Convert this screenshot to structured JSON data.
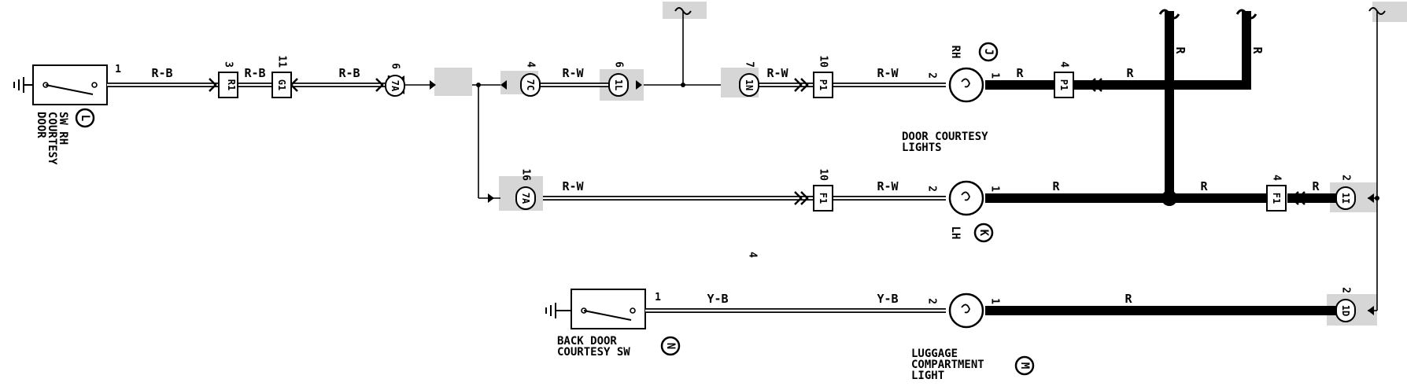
{
  "switches": {
    "door_courtesy_rh": {
      "lines": [
        "DOOR",
        "COURTESY",
        "SW RH"
      ],
      "badge": "L",
      "pin": "1"
    },
    "back_door": {
      "lines": [
        "BACK DOOR",
        "COURTESY SW"
      ],
      "badge": "N",
      "pin": "1"
    }
  },
  "connectors": {
    "r1": {
      "pin": "3",
      "id": "R1"
    },
    "g1": {
      "pin": "11",
      "id": "G1"
    },
    "a7_top": {
      "pin": "6",
      "id": "7A"
    },
    "c7": {
      "pin": "4",
      "id": "7C"
    },
    "l1": {
      "pin": "6",
      "id": "1L"
    },
    "n1": {
      "pin": "7",
      "id": "1N"
    },
    "p1_left": {
      "pin": "10",
      "id": "P1"
    },
    "p1_right": {
      "pin": "4",
      "id": "P1"
    },
    "a7_bottom": {
      "pin": "16",
      "id": "7A"
    },
    "f1_left": {
      "pin": "10",
      "id": "F1"
    },
    "f1_right": {
      "pin": "4",
      "id": "F1"
    },
    "i1": {
      "pin": "2",
      "id": "1I"
    },
    "d1": {
      "pin": "2",
      "id": "1D"
    }
  },
  "lights": {
    "rh": {
      "side": "RH",
      "badge": "J",
      "pin_left": "2",
      "pin_right": "1"
    },
    "lh": {
      "side": "LH",
      "badge": "K",
      "pin_left": "2",
      "pin_right": "1"
    },
    "luggage": {
      "badge": "M",
      "pin_left": "2",
      "pin_right": "1"
    }
  },
  "labels": {
    "door_courtesy_lights": [
      "DOOR COURTESY",
      "LIGHTS"
    ],
    "luggage_light": [
      "LUGGAGE",
      "COMPARTMENT",
      "LIGHT"
    ],
    "stray": "4"
  },
  "wire_colors": {
    "rb1": "R-B",
    "rb2": "R-B",
    "rb3": "R-B",
    "rw1": "R-W",
    "rw2": "R-W",
    "rw3": "R-W",
    "rw4": "R-W",
    "rw5": "R-W",
    "r1": "R",
    "r2": "R",
    "r3": "R",
    "r4": "R",
    "r5": "R",
    "r6": "R",
    "r7": "R",
    "yb1": "Y-B",
    "yb2": "Y-B"
  }
}
